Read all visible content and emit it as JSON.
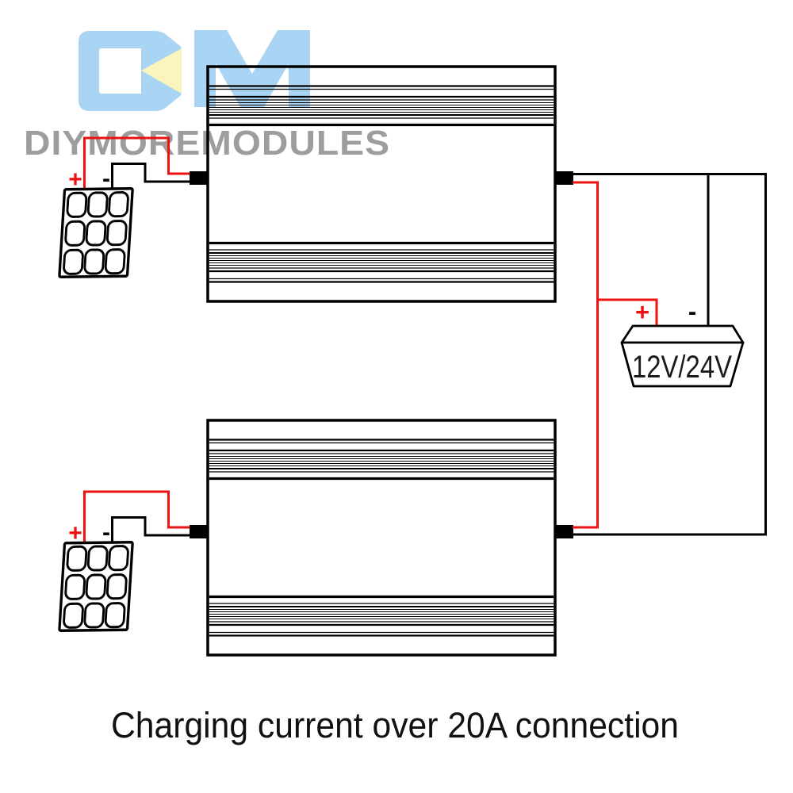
{
  "watermark": {
    "brand_text": "DIYMOREMODULES",
    "logo_letters": "DM",
    "colors": {
      "logo_blue": "#a9d4f3",
      "logo_yellow": "#faf4bd",
      "text_gray": "#9d9d9d"
    }
  },
  "diagram": {
    "caption": "Charging current over 20A connection",
    "wire_colors": {
      "positive": "#ee1111",
      "negative": "#000000"
    },
    "battery": {
      "label": "12V/24V",
      "plus": "+",
      "minus": "-"
    },
    "units": [
      {
        "name": "solar-panel-1",
        "plus": "+",
        "minus": "-"
      },
      {
        "name": "solar-panel-2",
        "plus": "+",
        "minus": "-"
      }
    ]
  }
}
